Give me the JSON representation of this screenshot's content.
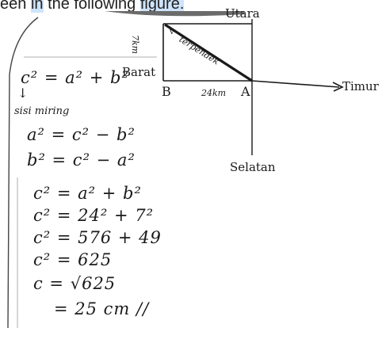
{
  "caption": {
    "prefix": "een ",
    "h1": "in",
    "middle": " the following ",
    "h2": "figure."
  },
  "diagram": {
    "north": "Utara",
    "west": "Barat",
    "east": "Timur",
    "south": "Selatan",
    "point_a": "A",
    "point_b": "B",
    "side_ab": "24km",
    "side_vertical": "7km",
    "diagonal": "terpendek",
    "tick": "v"
  },
  "work": {
    "formula": "c² = a² + b²",
    "arrow": "↓",
    "hyp_label": "sisi miring",
    "rearranged": [
      "a² = c² − b²",
      "b² = c² − a²"
    ],
    "steps": [
      "c² = a² + b²",
      "c² = 24² + 7²",
      "c² = 576 + 49",
      "c² = 625",
      "c = √625",
      "= 25 cm //"
    ]
  },
  "colors": {
    "ink": "#1a1a1a",
    "highlight": "#cfe3fb",
    "blob": "#6b6b6b"
  }
}
